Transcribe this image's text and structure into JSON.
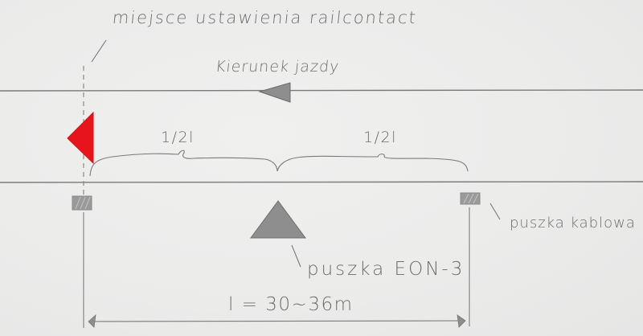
{
  "diagram": {
    "labels": {
      "railcontact_location": "miejsce ustawienia railcontact",
      "direction_of_travel": "Kierunek jazdy",
      "half_length_left": "1/2l",
      "half_length_right": "1/2l",
      "eon_box": "puszka EON-3",
      "cable_box": "puszka kablowa",
      "total_length": "l = 30~36m"
    },
    "colors": {
      "signal": "#e8141c",
      "pencil": "#6e6e6e",
      "shading": "#8c8c8c",
      "paper": "#ededec"
    },
    "elements": {
      "rails": 2,
      "signal_marker": "red-triangle-pointing-left",
      "direction_arrow": "gray-triangle-pointing-left",
      "cable_boxes": 2,
      "eon_box_symbol": "gray-triangle-pointing-up"
    }
  }
}
